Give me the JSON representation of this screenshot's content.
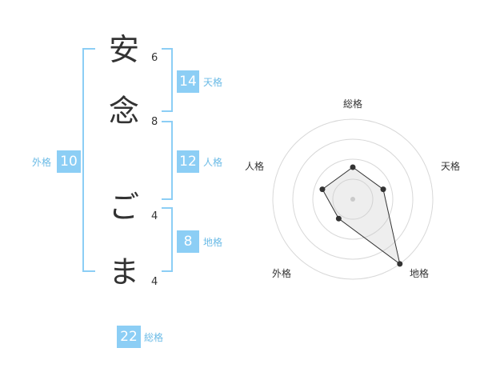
{
  "name": {
    "chars": [
      {
        "char": "安",
        "strokes": "6"
      },
      {
        "char": "念",
        "strokes": "8"
      },
      {
        "char": "ご",
        "strokes": "4"
      },
      {
        "char": "ま",
        "strokes": "4"
      }
    ]
  },
  "kakusu": {
    "tenkaku": {
      "value": "14",
      "label": "天格"
    },
    "jinkaku": {
      "value": "12",
      "label": "人格"
    },
    "chikaku": {
      "value": "8",
      "label": "地格"
    },
    "gaikaku": {
      "value": "10",
      "label": "外格"
    },
    "soukaku": {
      "value": "22",
      "label": "総格"
    }
  },
  "colors": {
    "accent": "#8ccef5",
    "label": "#6bbbe6"
  },
  "chart_data": {
    "type": "radar",
    "axes": [
      "総格",
      "天格",
      "地格",
      "外格",
      "人格"
    ],
    "rings": 4,
    "values": [
      0.4,
      0.4,
      1.0,
      0.3,
      0.4
    ],
    "grid": true
  }
}
